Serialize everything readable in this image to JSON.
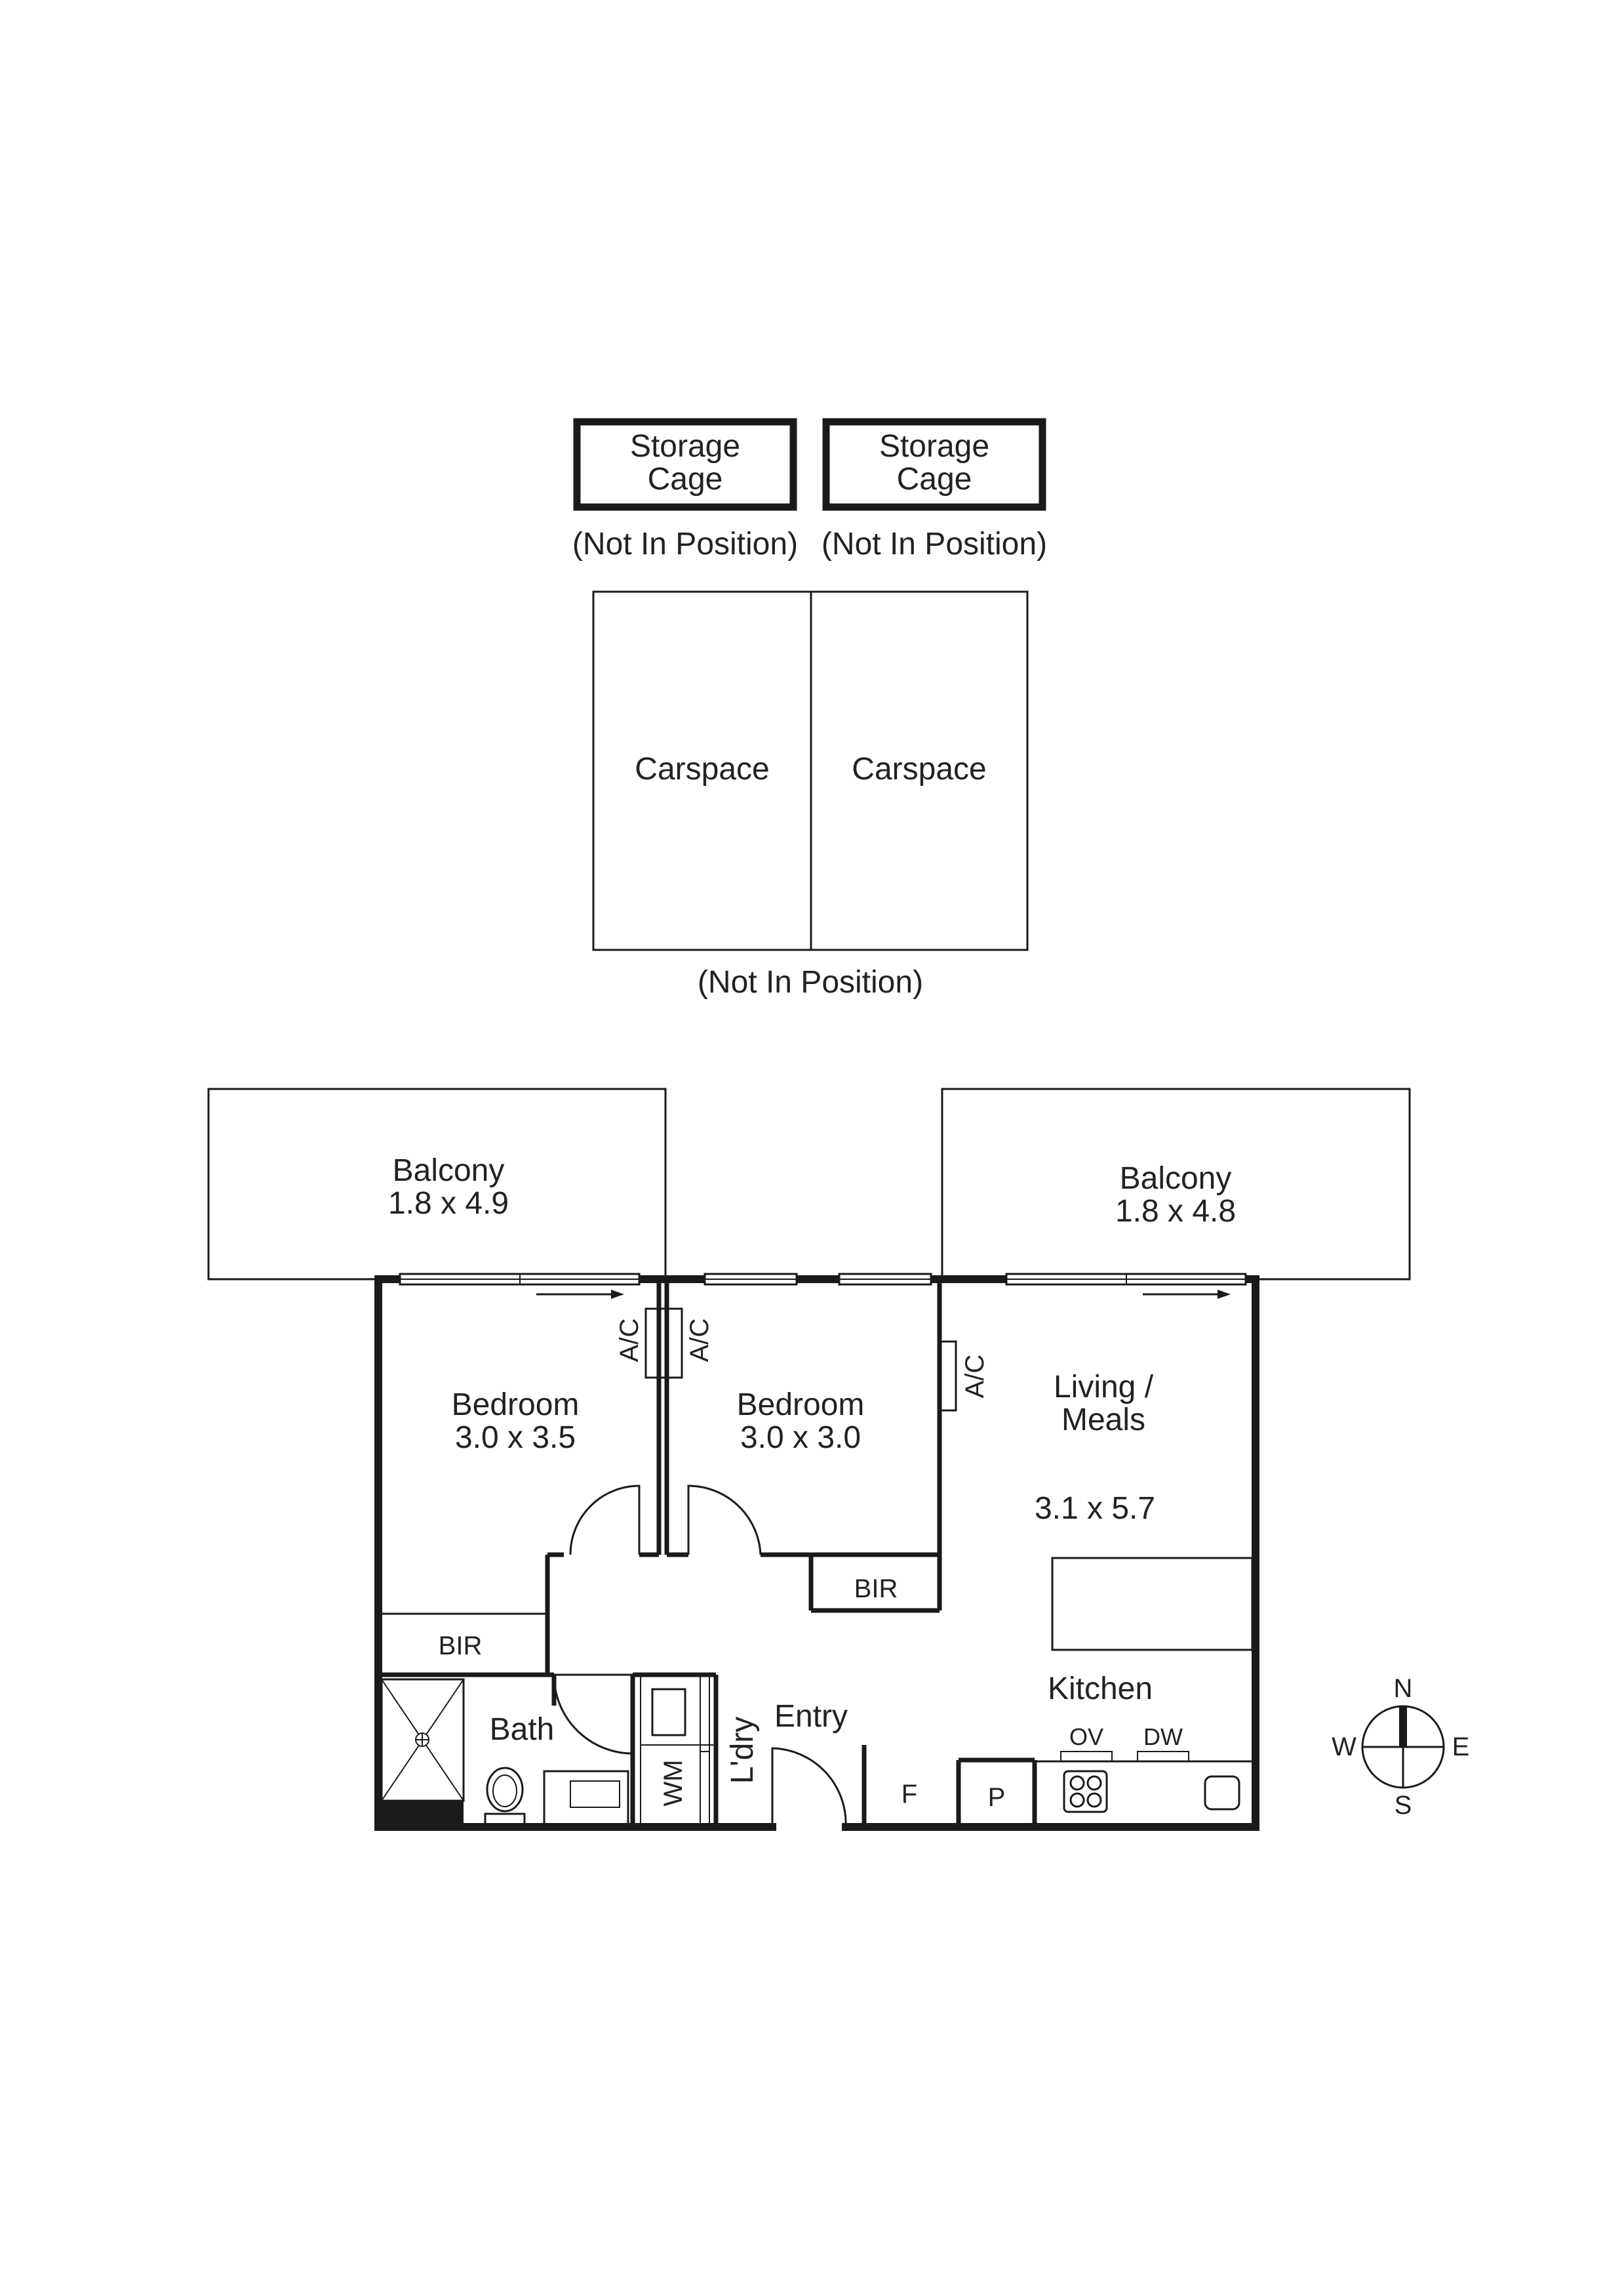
{
  "annex": {
    "storage_cage_1": {
      "line1": "Storage",
      "line2": "Cage",
      "note": "(Not In Position)"
    },
    "storage_cage_2": {
      "line1": "Storage",
      "line2": "Cage",
      "note": "(Not In Position)"
    },
    "carspace_1": "Carspace",
    "carspace_2": "Carspace",
    "carspace_note": "(Not In Position)"
  },
  "rooms": {
    "balcony_west": {
      "name": "Balcony",
      "dims": "1.8 x 4.9"
    },
    "balcony_east": {
      "name": "Balcony",
      "dims": "1.8 x 4.8"
    },
    "bedroom_1": {
      "name": "Bedroom",
      "dims": "3.0 x 3.5"
    },
    "bedroom_2": {
      "name": "Bedroom",
      "dims": "3.0 x 3.0"
    },
    "living": {
      "line1": "Living /",
      "line2": "Meals",
      "dims": "3.1 x 5.7"
    },
    "kitchen": "Kitchen",
    "bath": "Bath",
    "entry": "Entry",
    "laundry": "L'dry",
    "bir_1": "BIR",
    "bir_2": "BIR"
  },
  "fixtures": {
    "ac_1": "A/C",
    "ac_2": "A/C",
    "ac_3": "A/C",
    "washing_machine": "WM",
    "fridge": "F",
    "pantry": "P",
    "oven": "OV",
    "dishwasher": "DW"
  },
  "compass": {
    "n": "N",
    "s": "S",
    "e": "E",
    "w": "W"
  }
}
